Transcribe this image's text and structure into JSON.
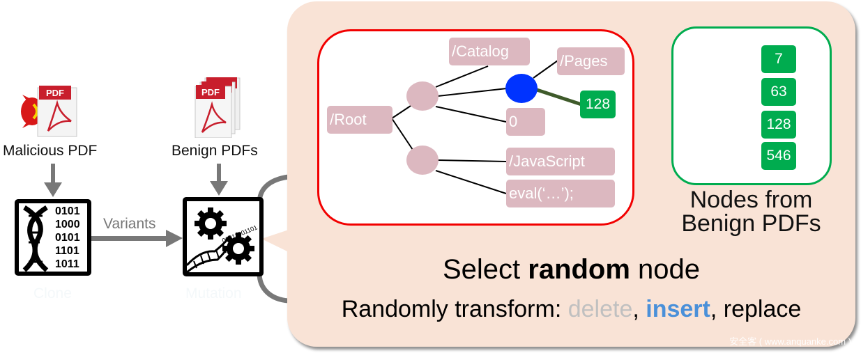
{
  "left": {
    "malicious_label": "Malicious PDF",
    "benign_label": "Benign PDFs",
    "pdf_badge": "PDF",
    "clone_label": "Clone",
    "mutation_label": "Mutation",
    "variants_label": "Variants",
    "dna_bits": [
      "0101",
      "1000",
      "0101",
      "1101",
      "1011"
    ],
    "mutation_bits": "01011001101"
  },
  "tree": {
    "root": "/Root",
    "catalog": "/Catalog",
    "pages": "/Pages",
    "zero": "0",
    "selected_value": "128",
    "javascript": "/JavaScript",
    "eval": "eval(‘…’);"
  },
  "benign_nodes": {
    "values": [
      "7",
      "63",
      "128",
      "546"
    ],
    "caption_line1": "Nodes from",
    "caption_line2": "Benign PDFs"
  },
  "bottom": {
    "select_prefix": "Select ",
    "select_bold": "random",
    "select_suffix": " node",
    "transform_prefix": "Randomly transform: ",
    "op_delete": "delete",
    "sep1": ", ",
    "op_insert": "insert",
    "sep2": ", ",
    "op_replace": "replace"
  },
  "watermark": "安全客 ( www.anquanke.com )",
  "colors": {
    "panel_bg": "#f9e3d6",
    "tree_border": "#f20000",
    "benign_border": "#00ac4f",
    "pill": "#dcb8c0",
    "selected_node": "#0033ff",
    "green_node": "#00ac4f",
    "delete_text": "#c0c0c0",
    "insert_text": "#4a90d9"
  }
}
